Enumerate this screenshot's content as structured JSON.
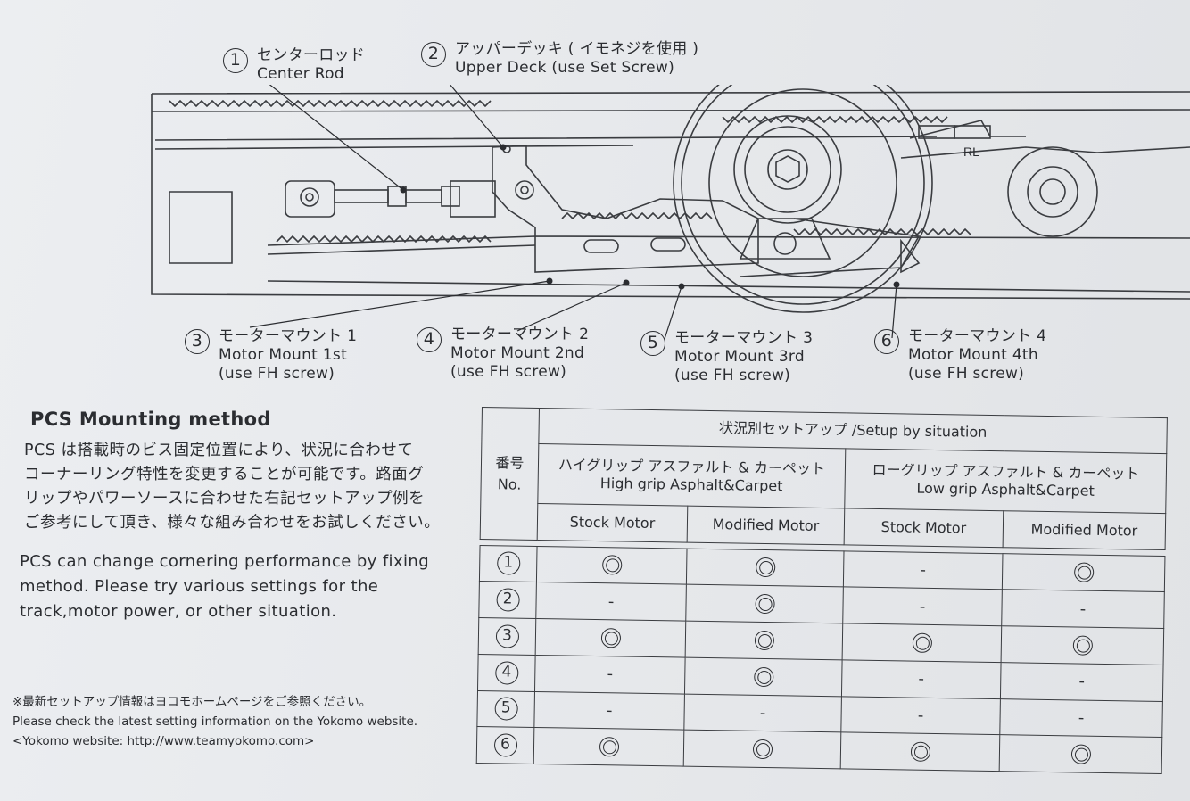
{
  "callouts": [
    {
      "num": "1",
      "jp": "センターロッド",
      "en": "Center Rod",
      "sub": ""
    },
    {
      "num": "2",
      "jp": "アッパーデッキ ( イモネジを使用 )",
      "en": "Upper Deck (use Set Screw)",
      "sub": ""
    },
    {
      "num": "3",
      "jp": "モーターマウント 1",
      "en": "Motor Mount 1st",
      "sub": "(use FH screw)"
    },
    {
      "num": "4",
      "jp": "モーターマウント 2",
      "en": "Motor Mount 2nd",
      "sub": "(use FH screw)"
    },
    {
      "num": "5",
      "jp": "モーターマウント 3",
      "en": "Motor Mount 3rd",
      "sub": "(use FH screw)"
    },
    {
      "num": "6",
      "jp": "モーターマウント 4",
      "en": "Motor Mount 4th",
      "sub": "(use FH screw)"
    }
  ],
  "diagram": {
    "label_rl": "RL"
  },
  "pcs": {
    "title": "PCS Mounting method",
    "jp_lines": [
      "PCS は搭載時のビス固定位置により、状況に合わせて",
      "コーナーリング特性を変更することが可能です。路面グ",
      "リップやパワーソースに合わせた右記セットアップ例を",
      "ご参考にして頂き、様々な組み合わせをお試しください。"
    ],
    "en_lines": [
      "PCS can change cornering performance by fixing",
      "method. Please try various settings for the",
      "track,motor power, or other situation."
    ]
  },
  "notes": [
    "※最新セットアップ情報はヨコモホームページをご参照ください。",
    "Please check the latest setting information on the Yokomo website.",
    "<Yokomo website: http://www.teamyokomo.com>"
  ],
  "table": {
    "no_header_jp": "番号",
    "no_header_en": "No.",
    "title": "状況別セットアップ /Setup by situation",
    "groups": [
      {
        "jp": "ハイグリップ アスファルト & カーペット",
        "en": "High grip Asphalt&Carpet"
      },
      {
        "jp": "ローグリップ アスファルト & カーペット",
        "en": "Low grip Asphalt&Carpet"
      }
    ],
    "motors": [
      "Stock Motor",
      "Modified Motor",
      "Stock Motor",
      "Modified Motor"
    ],
    "row_labels": [
      "1",
      "2",
      "3",
      "4",
      "5",
      "6"
    ],
    "cells": [
      [
        "◎",
        "◎",
        "-",
        "◎"
      ],
      [
        "-",
        "◎",
        "-",
        "-"
      ],
      [
        "◎",
        "◎",
        "◎",
        "◎"
      ],
      [
        "-",
        "◎",
        "-",
        "-"
      ],
      [
        "-",
        "-",
        "-",
        "-"
      ],
      [
        "◎",
        "◎",
        "◎",
        "◎"
      ]
    ]
  }
}
